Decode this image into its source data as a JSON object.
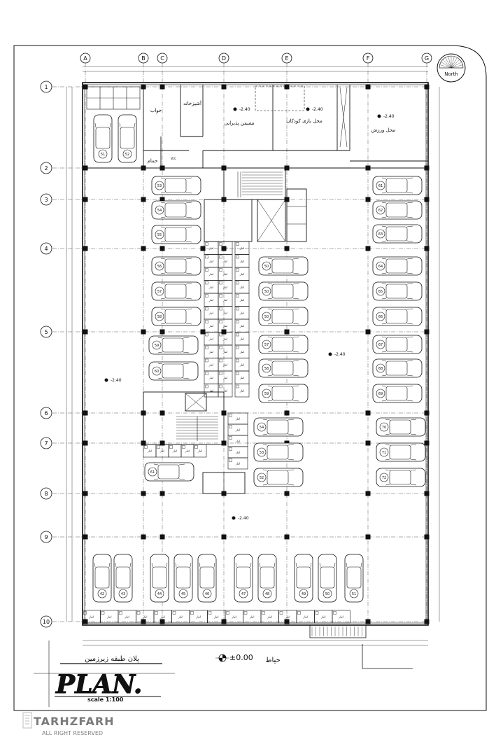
{
  "grid": {
    "columns": [
      "A",
      "B",
      "C",
      "D",
      "E",
      "F",
      "G"
    ],
    "rows": [
      "1",
      "2",
      "3",
      "4",
      "5",
      "6",
      "7",
      "8",
      "9",
      "10"
    ]
  },
  "north_label": "North",
  "rooms": {
    "bedroom": "خواب",
    "kitchen": "آشپزخانه",
    "lobby": "نشیمن\nپذیرایی",
    "kids_play": "محل بازی کودکان",
    "gym": "محل ورزش",
    "bath": "حمام",
    "wc": "W.C"
  },
  "levels": {
    "minus240": "-2.40",
    "zero": "±0.00"
  },
  "yard_label": "حیاط",
  "storage_label": "انبار",
  "title": {
    "persian": "پلان طبقه زیرزمین",
    "plan": "PLAN.",
    "scale": "scale 1:100"
  },
  "watermark": {
    "brand": "TARHZFARH",
    "rights": "ALL RIGHT RESERVED"
  },
  "parking": {
    "top_pair": [
      "51",
      "52"
    ],
    "west_column": [
      "53",
      "54",
      "55",
      "56",
      "57",
      "58"
    ],
    "west_mid": [
      "59",
      "60",
      "61"
    ],
    "center_column": [
      "50",
      "50",
      "50",
      "57",
      "58",
      "59"
    ],
    "center_lower": [
      "54",
      "53",
      "52"
    ],
    "east_column": [
      "61",
      "62",
      "63",
      "64",
      "65",
      "66",
      "67",
      "68",
      "69"
    ],
    "east_lower": [
      "70",
      "71",
      "72"
    ],
    "bottom_row": [
      "42",
      "43",
      "44",
      "45",
      "46",
      "47",
      "48",
      "49",
      "50",
      "51"
    ]
  },
  "colors": {
    "line": "#111111",
    "column": "#111111",
    "background": "#ffffff"
  }
}
